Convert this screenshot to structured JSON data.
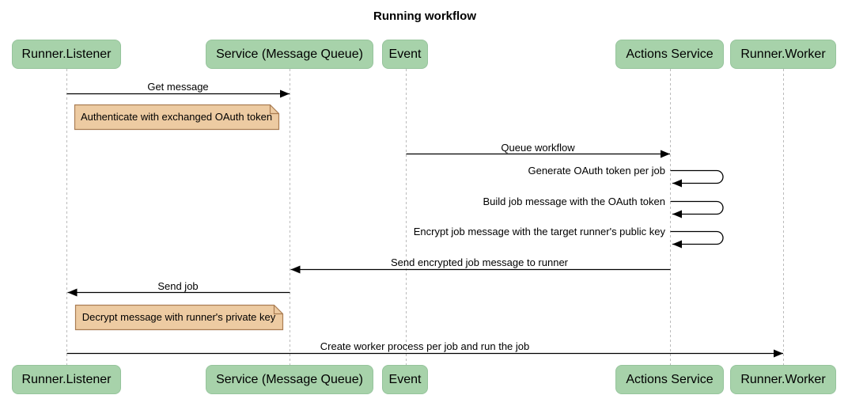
{
  "title": "Running workflow",
  "actors": [
    {
      "label": "Runner.Listener"
    },
    {
      "label": "Service (Message Queue)"
    },
    {
      "label": "Event"
    },
    {
      "label": "Actions Service"
    },
    {
      "label": "Runner.Worker"
    }
  ],
  "messages": [
    {
      "label": "Get message",
      "from": "Runner.Listener",
      "to": "Service (Message Queue)",
      "type": "arrow"
    },
    {
      "label": "Queue workflow",
      "from": "Event",
      "to": "Actions Service",
      "type": "arrow"
    },
    {
      "label": "Generate OAuth token per job",
      "from": "Actions Service",
      "to": "Actions Service",
      "type": "self"
    },
    {
      "label": "Build job message with the OAuth token",
      "from": "Actions Service",
      "to": "Actions Service",
      "type": "self"
    },
    {
      "label": "Encrypt job message with the target runner's public key",
      "from": "Actions Service",
      "to": "Actions Service",
      "type": "self"
    },
    {
      "label": "Send encrypted job message to runner",
      "from": "Actions Service",
      "to": "Service (Message Queue)",
      "type": "arrow"
    },
    {
      "label": "Send job",
      "from": "Service (Message Queue)",
      "to": "Runner.Listener",
      "type": "arrow"
    },
    {
      "label": "Create worker process per job and run the job",
      "from": "Runner.Listener",
      "to": "Runner.Worker",
      "type": "arrow"
    }
  ],
  "notes": [
    {
      "label": "Authenticate with exchanged OAuth token",
      "over": "Runner.Listener"
    },
    {
      "label": "Decrypt message with runner's private key",
      "over": "Runner.Listener"
    }
  ],
  "colors": {
    "actor_fill": "#A7D2AA",
    "actor_border": "#96C49C",
    "note_fill": "#EDCBA2",
    "note_border": "#AA7D53",
    "message_line": "#000000",
    "lifeline": "#BBBBBB",
    "background": "#FFFFFF"
  }
}
